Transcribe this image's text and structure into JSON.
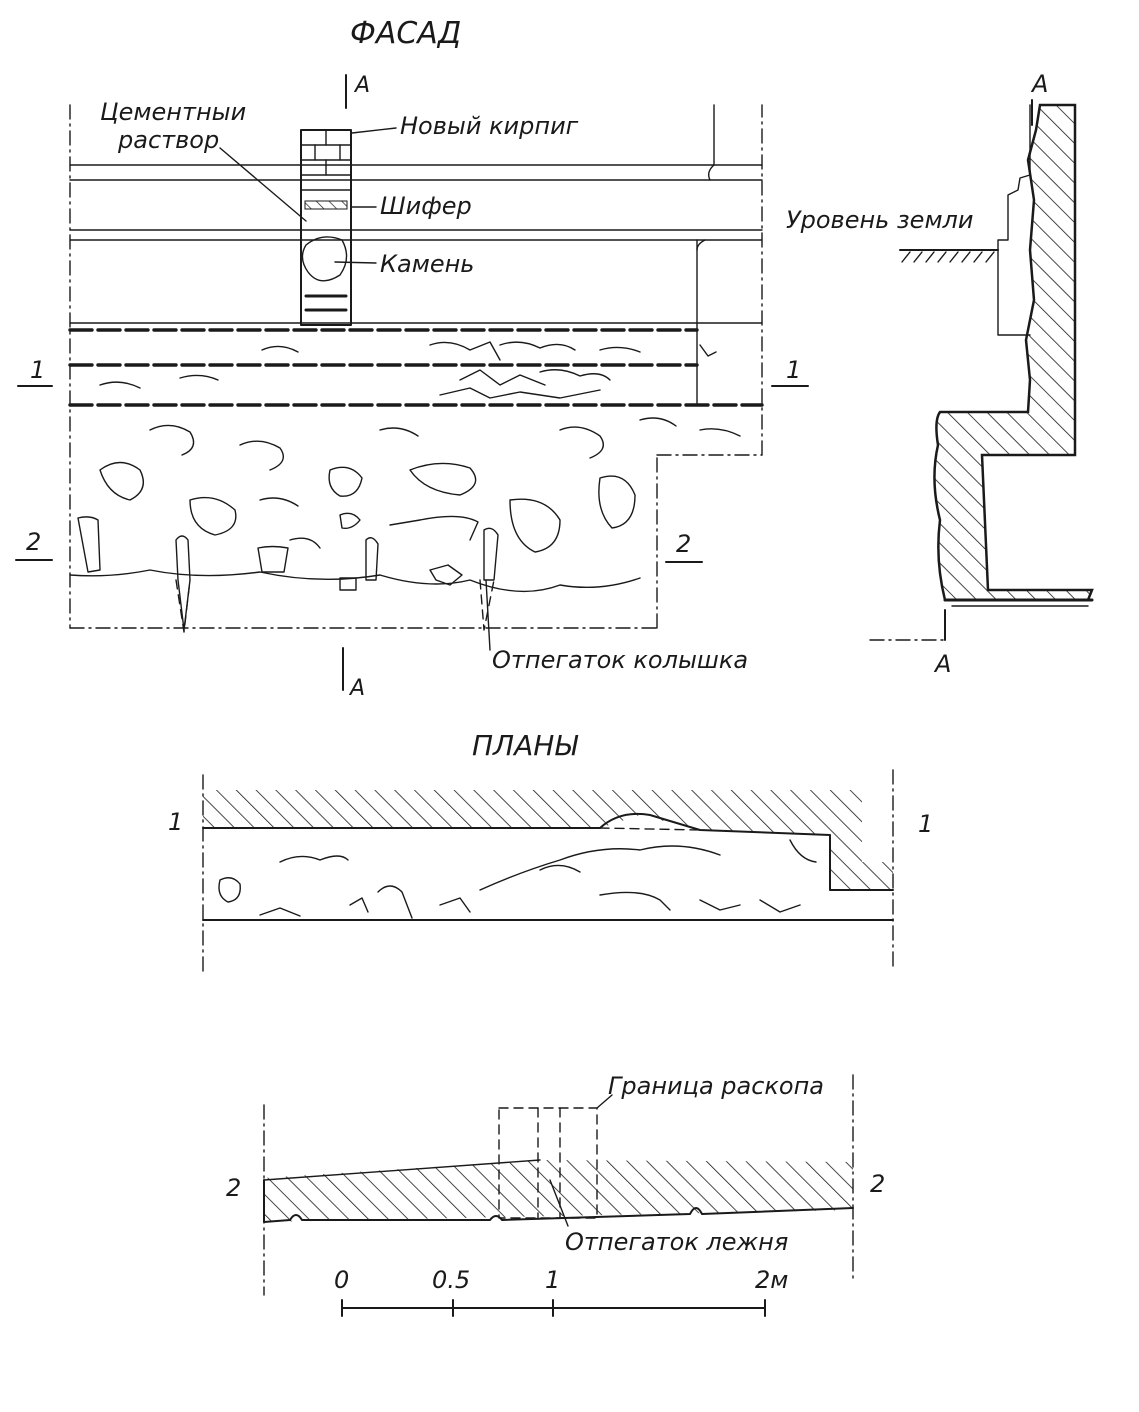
{
  "facade": {
    "title": "ФАСАД",
    "section_mark": "A",
    "cut_1": "1",
    "cut_2": "2",
    "labels": {
      "cement": "Цементныи раствор",
      "cement_l1": "Цементныи",
      "cement_l2": "раствор",
      "new_brick": "Новый кирпиг",
      "slate": "Шифер",
      "stone": "Камень",
      "stake": "Отпегаток колышка"
    }
  },
  "section": {
    "mark_top": "A",
    "mark_bottom": "A",
    "ground_level": "Уровень земли"
  },
  "plans": {
    "title": "ПЛАНЫ",
    "plan1_left": "1",
    "plan1_right": "1",
    "plan2_left": "2",
    "plan2_right": "2",
    "excavation_boundary": "Граница раскопа",
    "beam_imprint": "Отпегаток лежня"
  },
  "scale": {
    "ticks": [
      "0",
      "0.5",
      "1",
      "2м"
    ]
  }
}
